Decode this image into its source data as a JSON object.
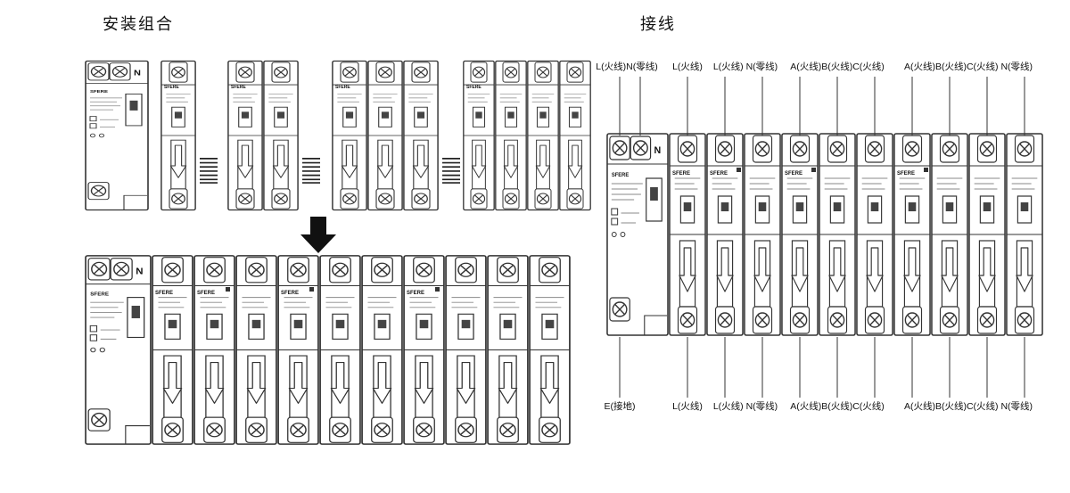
{
  "titles": {
    "install": "安装组合",
    "wiring": "接线"
  },
  "brand": "SFERE",
  "main_unit": {
    "neutral_label": "N"
  },
  "wiring": {
    "top_labels": [
      {
        "text": "L(火线)N(零线)"
      },
      {
        "text": "L(火线)"
      },
      {
        "text": "L(火线) N(零线)"
      },
      {
        "text": "A(火线)B(火线)C(火线)"
      },
      {
        "text": "A(火线)B(火线)C(火线) N(零线)"
      }
    ],
    "bottom_labels": [
      {
        "text": "E(接地)"
      },
      {
        "text": "L(火线)"
      },
      {
        "text": "L(火线) N(零线)"
      },
      {
        "text": "A(火线)B(火线)C(火线)"
      },
      {
        "text": "A(火线)B(火线)C(火线) N(零线)"
      }
    ]
  }
}
